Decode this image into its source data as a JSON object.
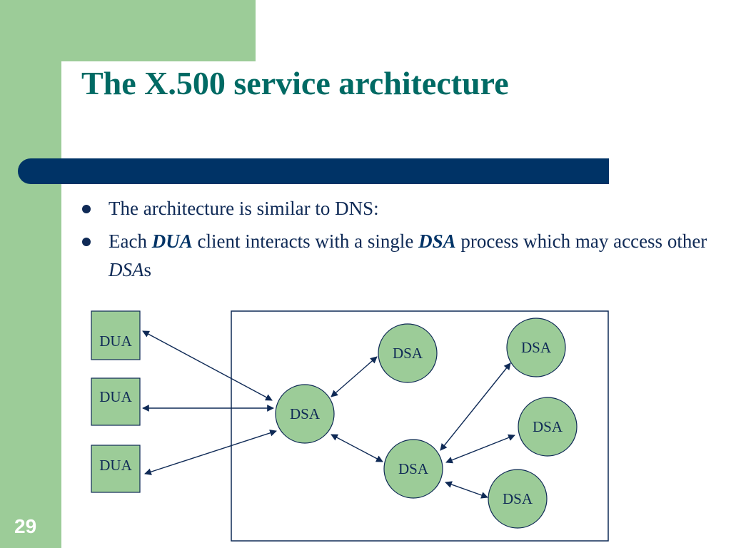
{
  "title": "The X.500 service architecture",
  "bullets": {
    "b1": "The architecture is similar to  DNS:",
    "b2_prefix": "Each ",
    "b2_dua": "DUA",
    "b2_mid": " client interacts with a single ",
    "b2_dsa": "DSA",
    "b2_suffix1": " process which may access other ",
    "b2_dsa2": "DSA",
    "b2_suffix2": "s"
  },
  "slide_number": "29",
  "diagram": {
    "dua_label": "DUA",
    "dsa_label": "DSA"
  },
  "colors": {
    "green": "#9ccc98",
    "navy": "#003366",
    "teal": "#006a64"
  }
}
